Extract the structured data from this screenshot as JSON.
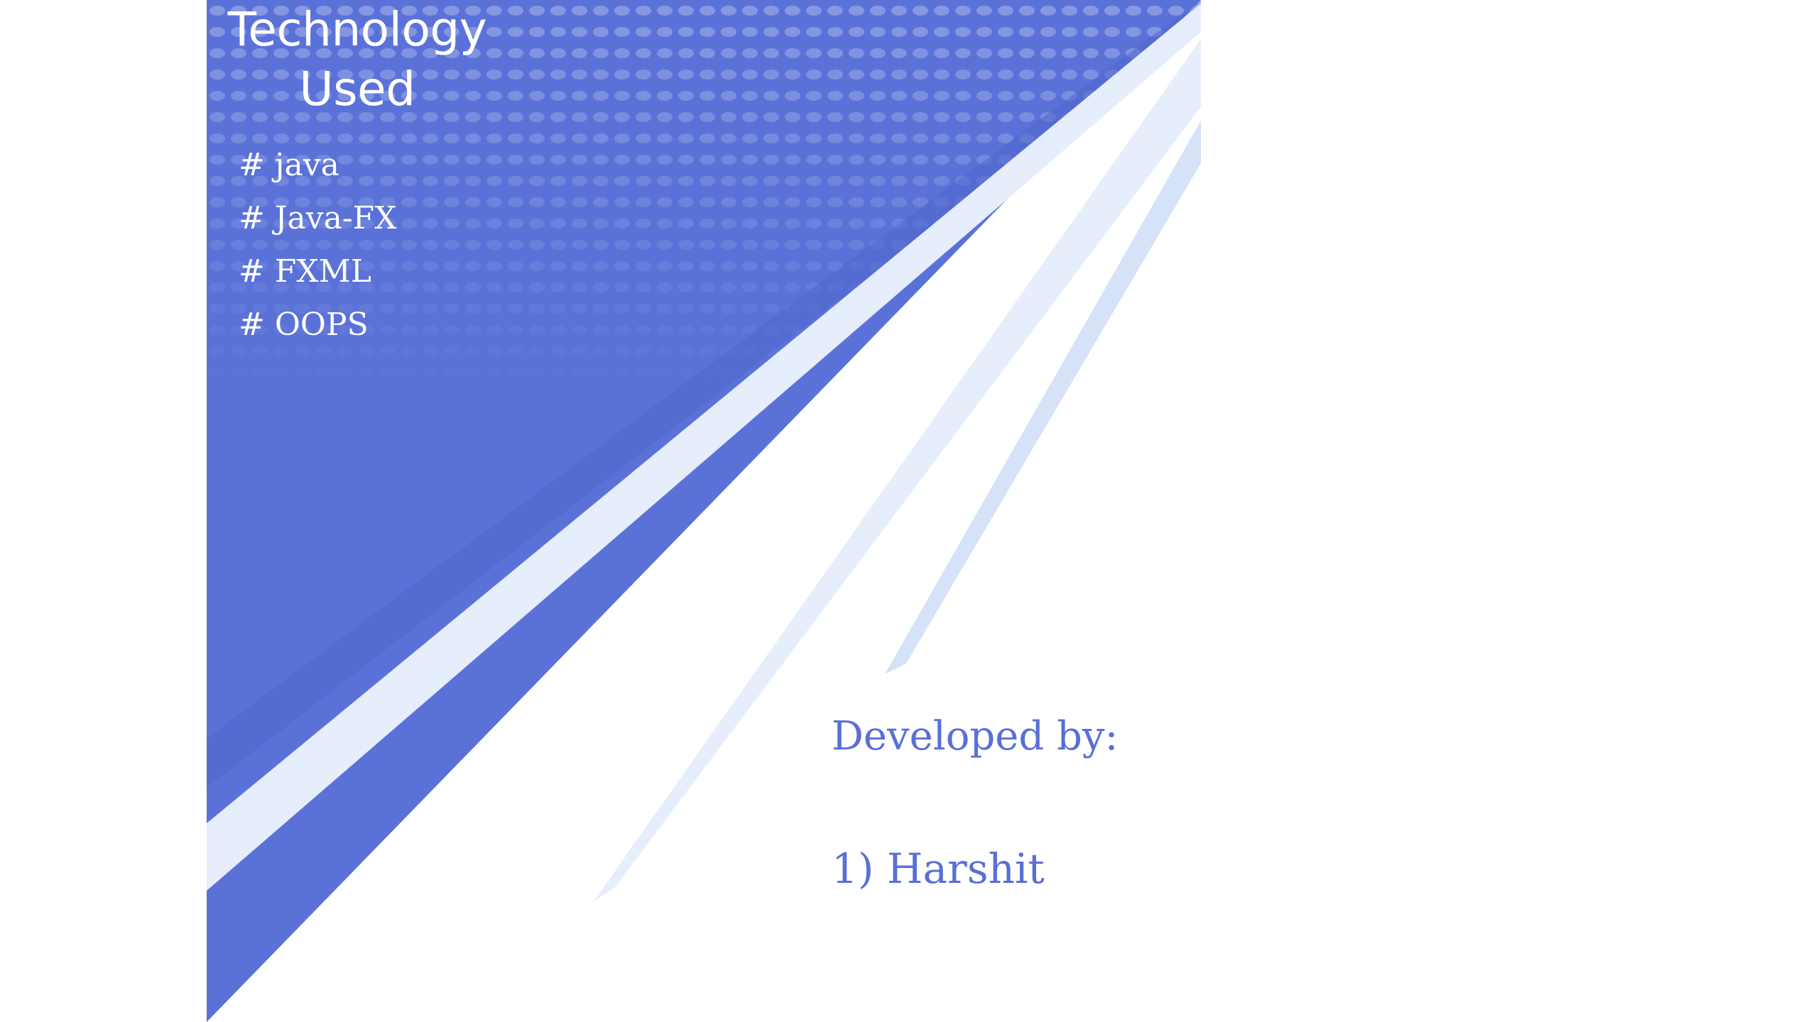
{
  "slide": {
    "title": "Technology\nUsed",
    "title_line1": "Technology",
    "title_line2": "Used",
    "technologies": [
      "# java",
      "# Java-FX",
      "# FXML",
      "# OOPS"
    ],
    "developed_by_label": "Developed by:",
    "developers": [
      "1) Harshit"
    ]
  },
  "colors": {
    "primary_blue": "#5a72d8",
    "light_stripe": "#e6edfb",
    "pale_stripe": "#d5e2f7",
    "text_blue": "#5a6fd6",
    "background": "#ffffff"
  }
}
